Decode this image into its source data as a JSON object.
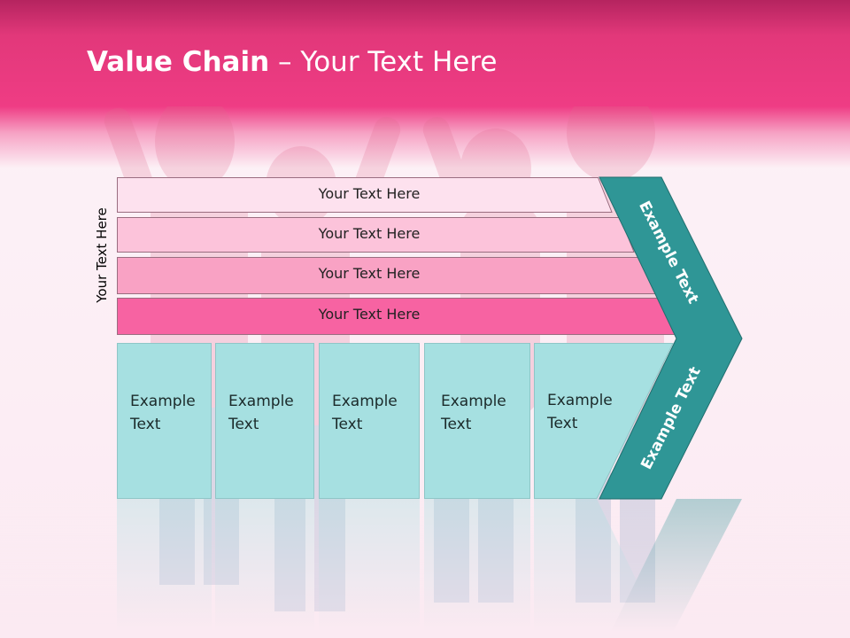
{
  "slide": {
    "title_bold": "Value Chain",
    "title_rest": " – Your Text Here",
    "side_label": "Your Text Here",
    "bars": [
      {
        "label": "Your Text Here",
        "color": "#fde1ee"
      },
      {
        "label": "Your Text Here",
        "color": "#fcc3da"
      },
      {
        "label": "Your Text Here",
        "color": "#f9a2c4"
      },
      {
        "label": "Your Text Here",
        "color": "#f763a2"
      }
    ],
    "boxes": [
      {
        "line1": "Example",
        "line2": "Text"
      },
      {
        "line1": "Example",
        "line2": "Text"
      },
      {
        "line1": "Example",
        "line2": "Text"
      },
      {
        "line1": "Example",
        "line2": "Text"
      },
      {
        "line1": "Example",
        "line2": "Text"
      }
    ],
    "chevron_top": "Example Text",
    "chevron_bottom": "Example Text",
    "colors": {
      "header": "#ef3c84",
      "teal": "#2f9696",
      "box": "#a6e0e1"
    }
  }
}
